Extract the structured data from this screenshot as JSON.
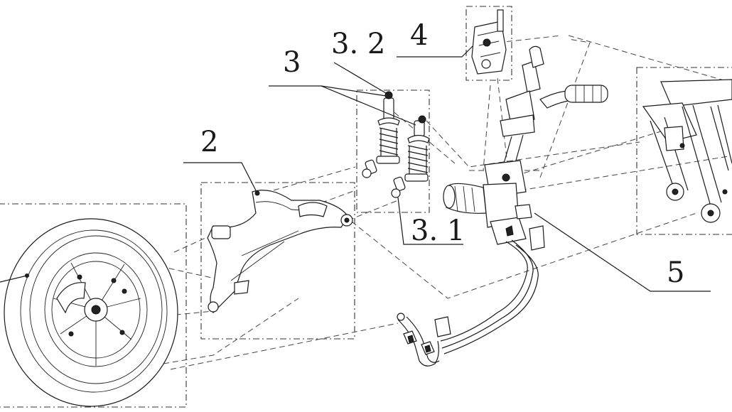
{
  "callouts": [
    {
      "id": "wheel",
      "text": ""
    },
    {
      "id": "swingarm",
      "text": "2"
    },
    {
      "id": "shocks",
      "text": "3"
    },
    {
      "id": "shock-upper",
      "text": "3. 2"
    },
    {
      "id": "shock-lower",
      "text": "3. 1"
    },
    {
      "id": "caliper",
      "text": "4"
    },
    {
      "id": "linkage",
      "text": "5"
    }
  ],
  "colors": {
    "line": "#1a1a1a",
    "background": "#ffffff"
  }
}
